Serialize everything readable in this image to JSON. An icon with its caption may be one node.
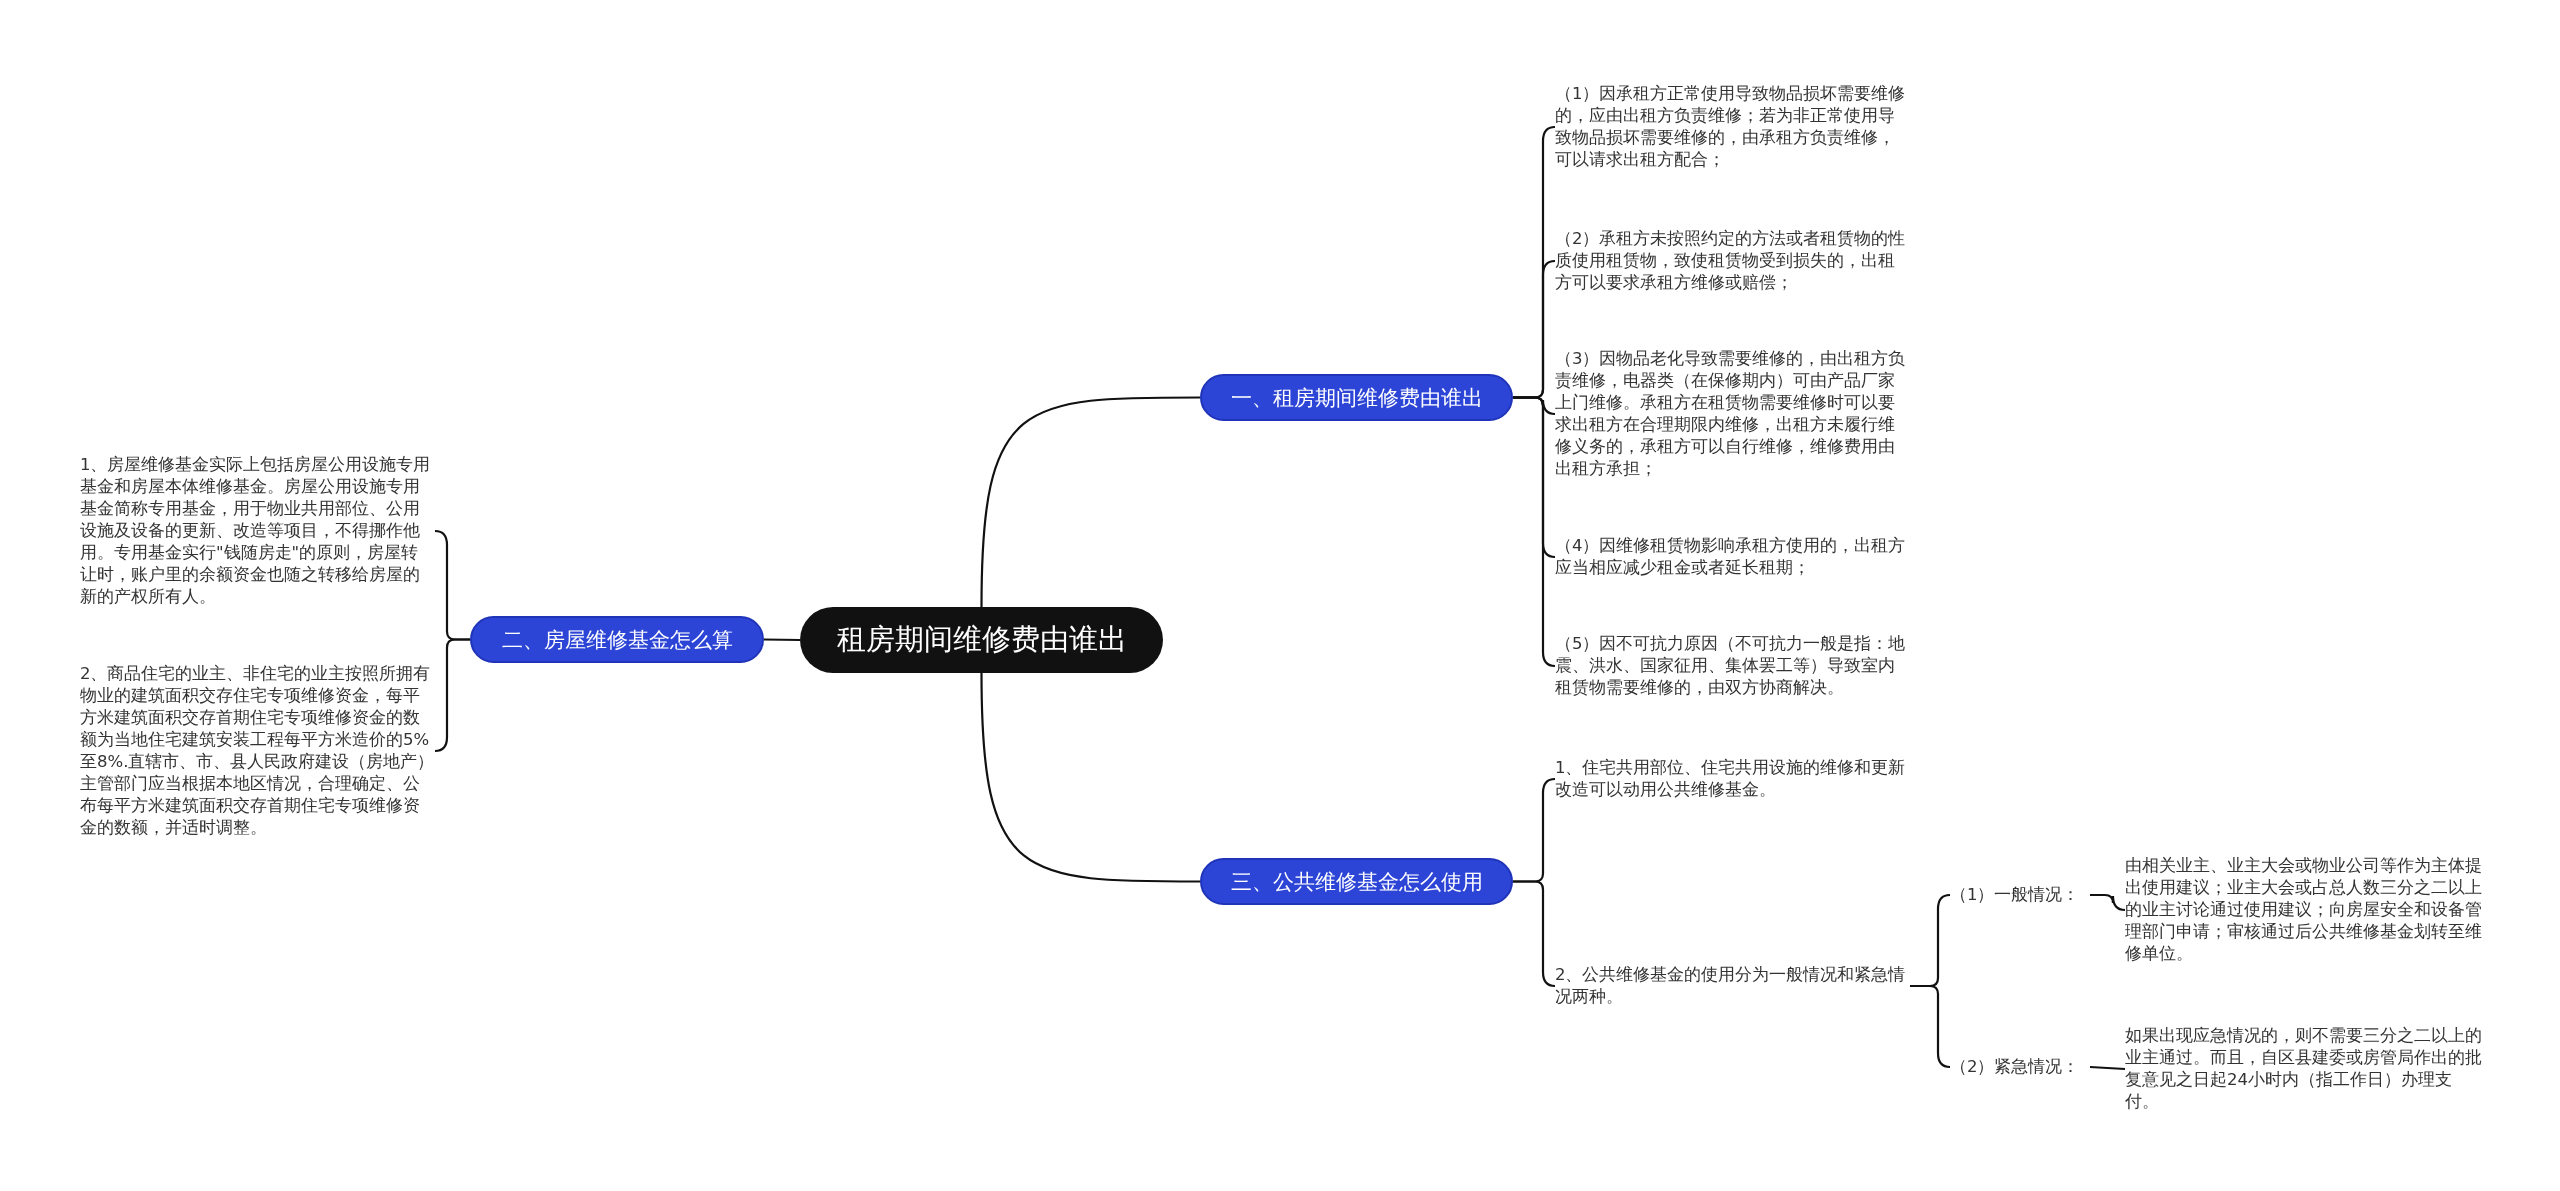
{
  "diagram": {
    "nodes": [
      {
        "text": [
          "租房期间维修费由谁出"
        ]
      },
      {
        "text": [
          "一、租房期间维修费由谁出"
        ]
      },
      {
        "text": [
          "（1）因承租方正常使用导致物品损坏需要维修的，应由出租方负责维修；若为非正常使用导致物品损坏需要维修的，由承租方负责维修，可以请求出租方配合；"
        ]
      },
      {
        "text": [
          "（2）承租方未按照约定的方法或者租赁物的性质使用租赁物，致使租赁物受到损失的，出租方可以要求承租方维修或赔偿；"
        ]
      },
      {
        "text": [
          "（3）因物品老化导致需要维修的，由出租方负责维修，电器类（在保修期内）可由产品厂家上门维修。承租方在租赁物需要维修时可以要求出租方在合理期限内维修，出租方未履行维修义务的，承租方可以自行维修，维修费用由出租方承担；"
        ]
      },
      {
        "text": [
          "（4）因维修租赁物影响承租方使用的，出租方应当相应减少租金或者延长租期；"
        ]
      },
      {
        "text": [
          "（5）因不可抗力原因（不可抗力一般是指：地震、洪水、国家征用、集体罢工等）导致室内租赁物需要维修的，由双方协商解决。"
        ]
      },
      {
        "text": [
          "二、房屋维修基金怎么算"
        ]
      },
      {
        "text": [
          "1、房屋维修基金实际上包括房屋公用设施专用基金和房屋本体维修基金。房屋公用设施专用基金简称专用基金，用于物业共用部位、公用设施及设备的更新、改造等项目，不得挪作他用。专用基金实行\"钱随房走\"的原则，房屋转让时，账户里的余额资金也随之转移给房屋的新的产权所有人。"
        ]
      },
      {
        "text": [
          "2、商品住宅的业主、非住宅的业主按照所拥有物业的建筑面积交存住宅专项维修资金，每平方米建筑面积交存首期住宅专项维修资金的数额为当地住宅建筑安装工程每平方米造价的5%至8%.直辖市、市、县人民政府建设（房地产）主管部门应当根据本地区情况，合理确定、公布每平方米建筑面积交存首期住宅专项维修资金的数额，并适时调整。"
        ]
      },
      {
        "text": [
          "三、公共维修基金怎么使用"
        ]
      },
      {
        "text": [
          "1、住宅共用部位、住宅共用设施的维修和更新改造可以动用公共维修基金。"
        ]
      },
      {
        "text": [
          "2、公共维修基金的使用分为一般情况和紧急情况两种。"
        ]
      },
      {
        "text": [
          "（1）一般情况："
        ]
      },
      {
        "text": [
          "（2）紧急情况："
        ]
      },
      {
        "text": [
          "由相关业主、业主大会或物业公司等作为主体提出使用建议；业主大会或占总人数三分之二以上的业主讨论通过使用建议；向房屋安全和设备管理部门申请；审核通过后公共维修基金划转至维修单位。"
        ]
      },
      {
        "text": [
          "如果出现应急情况的，则不需要三分之二以上的业主通过。而且，自区县建委或房管局作出的批复意见之日起24小时内（指工作日）办理支付。"
        ]
      }
    ],
    "edges": [
      {
        "from": 0,
        "to": 1,
        "arrow": "none"
      },
      {
        "from": 0,
        "to": 7,
        "arrow": "none"
      },
      {
        "from": 0,
        "to": 10,
        "arrow": "none"
      },
      {
        "from": 1,
        "to": 2,
        "arrow": "none"
      },
      {
        "from": 1,
        "to": 3,
        "arrow": "none"
      },
      {
        "from": 1,
        "to": 4,
        "arrow": "none"
      },
      {
        "from": 1,
        "to": 5,
        "arrow": "none"
      },
      {
        "from": 1,
        "to": 6,
        "arrow": "none"
      },
      {
        "from": 7,
        "to": 8,
        "arrow": "none"
      },
      {
        "from": 7,
        "to": 9,
        "arrow": "none"
      },
      {
        "from": 10,
        "to": 11,
        "arrow": "none"
      },
      {
        "from": 10,
        "to": 12,
        "arrow": "none"
      },
      {
        "from": 12,
        "to": 13,
        "arrow": "none"
      },
      {
        "from": 12,
        "to": 14,
        "arrow": "none"
      },
      {
        "from": 13,
        "to": 15,
        "arrow": "none"
      },
      {
        "from": 14,
        "to": 16,
        "arrow": "none"
      }
    ]
  }
}
